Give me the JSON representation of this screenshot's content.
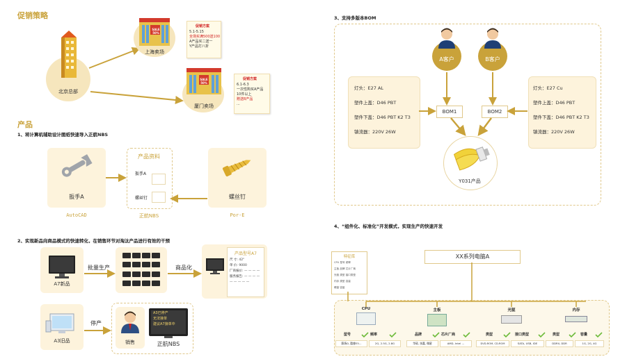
{
  "left": {
    "promo": {
      "title": "促销策略",
      "hq_label": "北京总部",
      "store1": {
        "label": "上海卖场",
        "sign": "SALE 50%",
        "plan_title": "促销方案",
        "plan_lines": [
          "5.1-5.15",
          "全场实满500送100",
          "A产品买二送一",
          "Y产品打八折"
        ]
      },
      "store2": {
        "label": "厦门卖场",
        "sign": "SALE 50%",
        "plan_title": "促销方案",
        "plan_lines": [
          "6.1-6.3",
          "一次性购买A产品",
          "10件以上",
          "赠送B产品",
          "..."
        ]
      }
    },
    "product": {
      "title": "产品",
      "step1": "1、将计算机辅助设计图纸快速导入正航NBS",
      "wrench_label": "扳手A",
      "info_title": "产品资料",
      "info_item1": "扳手A",
      "info_item2": "螺丝钉",
      "screw_label": "螺丝钉",
      "cap_autocad": "AutoCAD",
      "cap_nbs": "正航NBS",
      "cap_pore": "Por-E",
      "step2": "2、实现新品向商品模式的快速转化，在销售环节对淘汰产品进行有效的干预",
      "new_label": "A7新品",
      "batch_label": "批量生产",
      "commercial_label": "商品化",
      "model_title": "产品型号A7",
      "model_lines": [
        "尺 寸: 42\"",
        "单 价: 9000",
        "厂商报价: — — — —",
        "服务报告: — — — —",
        "— — — — —"
      ],
      "old_label": "A3旧品",
      "stop_label": "停产",
      "sales_label": "销售",
      "tv_lines": [
        "A3已停产",
        "无法接单",
        "建议A7接单中"
      ],
      "tv_caption": "正航NBS"
    }
  },
  "right": {
    "bom": {
      "step3": "3、支持多版本BOM",
      "customer_a": "A客户",
      "customer_b": "B客户",
      "bom1": "BOM1",
      "bom2": "BOM2",
      "product": "Y031产品",
      "spec_a": [
        "灯头：E27 AL",
        "塑件上盖：D46 PBT",
        "塑件下盖：D46 PBT K2 T3",
        "镇流器：220V 26W"
      ],
      "spec_b": [
        "灯头：E27 Cu",
        "塑件上盖：D46 PBT",
        "塑件下盖：D46 PBT K2 T3",
        "镇流器：220V 26W"
      ]
    },
    "modular": {
      "step4": "4、“组件化、标准化”开发模式，实现生产的快速开发",
      "root": "XX系列电脑A",
      "spec_card_title": "特征库",
      "spec_rows": [
        [
          "CPU",
          "型号",
          "频率"
        ],
        [
          "主板",
          "品牌",
          "芯片厂商"
        ],
        [
          "光驱",
          "类型",
          "接口类型"
        ],
        [
          "内存",
          "类型",
          "容量"
        ],
        [
          "硬盘",
          "容量",
          ""
        ]
      ],
      "components": [
        {
          "name": "CPU",
          "attr1": "型号",
          "attr2": "频率",
          "val1": "赛扬D, 酷睿E5…",
          "val2": "2G, 2.5G, 2.8G"
        },
        {
          "name": "主板",
          "attr1": "品牌",
          "attr2": "芯片厂商",
          "val1": "华硕, 技嘉, 微星",
          "val2": "AMD, Intel …"
        },
        {
          "name": "光驱",
          "attr1": "类型",
          "attr2": "接口类型",
          "val1": "DVD-ROM, CD-ROM",
          "val2": "SATA, USB, IDE"
        },
        {
          "name": "内存",
          "attr1": "类型",
          "attr2": "容量",
          "val1": "DDRII, DDR",
          "val2": "1G, 2G, 4G"
        }
      ]
    }
  }
}
